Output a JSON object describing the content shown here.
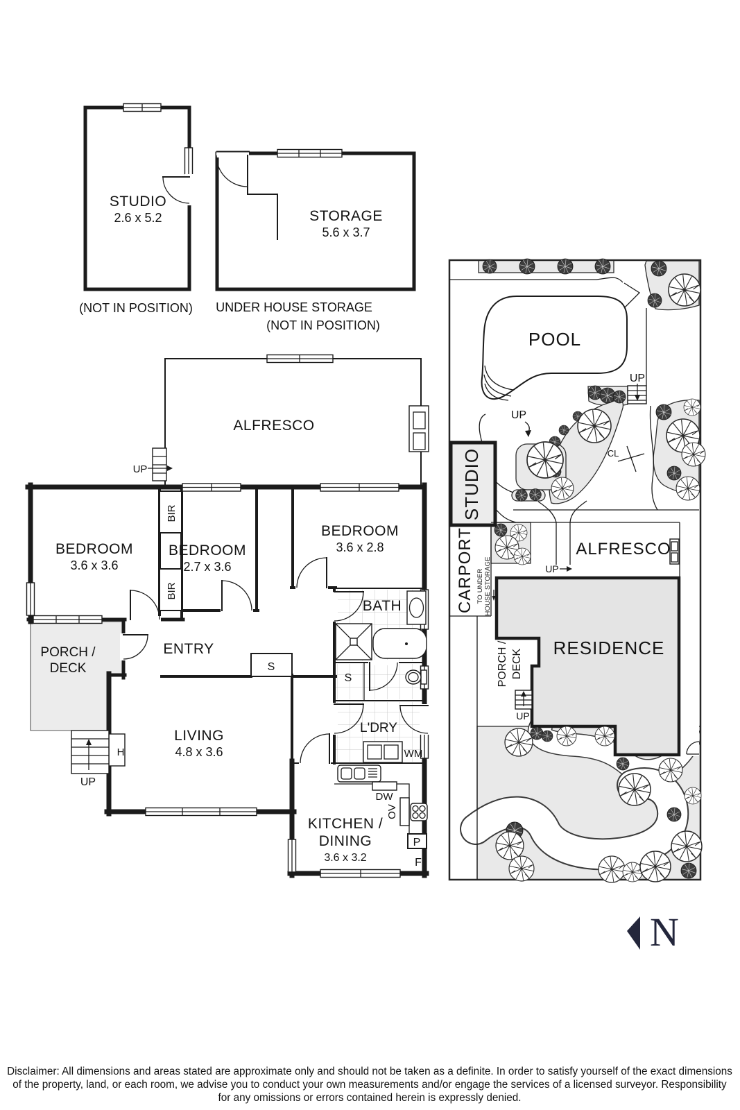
{
  "colors": {
    "wall": "#1b1b1b",
    "area_fill": "#e9e9e9",
    "residence_fill": "#e4e4e4",
    "compass_navy": "#23263b"
  },
  "outbuildings": {
    "studio": {
      "label": "STUDIO",
      "dims": "2.6 x 5.2",
      "note": "(NOT IN POSITION)"
    },
    "storage": {
      "label": "STORAGE",
      "dims": "5.6 x 3.7",
      "caption": "UNDER HOUSE STORAGE",
      "note": "(NOT IN POSITION)"
    }
  },
  "floorplan": {
    "alfresco": "ALFRESCO",
    "bedroom1": {
      "label": "BEDROOM",
      "dims": "3.6 x 3.6"
    },
    "bedroom2": {
      "label": "BEDROOM",
      "dims": "2.7 x 3.6"
    },
    "bedroom3": {
      "label": "BEDROOM",
      "dims": "3.6 x 2.8"
    },
    "bath": "BATH",
    "entry": "ENTRY",
    "living": {
      "label": "LIVING",
      "dims": "4.8 x 3.6"
    },
    "laundry": "L'DRY",
    "kitchen": {
      "line1": "KITCHEN /",
      "line2": "DINING",
      "dims": "3.6 x 3.2"
    },
    "porch": {
      "line1": "PORCH /",
      "line2": "DECK"
    },
    "labels": {
      "bir": "BIR",
      "robe_s": "S",
      "heater": "H",
      "wm": "WM",
      "dw": "DW",
      "oven": "OV",
      "pantry": "P",
      "fridge": "F",
      "up": "UP"
    }
  },
  "siteplan": {
    "pool": "POOL",
    "studio": "STUDIO",
    "carport": "CARPORT",
    "storage_access": {
      "line1": "TO UNDER",
      "line2": "HOUSE STORAGE"
    },
    "alfresco": "ALFRESCO",
    "residence": "RESIDENCE",
    "porch": {
      "line1": "PORCH /",
      "line2": "DECK"
    },
    "clothesline": "CL",
    "up": "UP"
  },
  "compass": {
    "north": "N"
  },
  "disclaimer": {
    "line1": "Disclaimer: All dimensions and areas stated are approximate only and should not be taken as a definite. In order to satisfy yourself of the exact dimensions",
    "line2": "of the property, land, or each room, we advise you to conduct your own measurements and/or engage the services of a licensed surveyor. Responsibility",
    "line3": "for any omissions or errors contained herein is expressly denied."
  }
}
